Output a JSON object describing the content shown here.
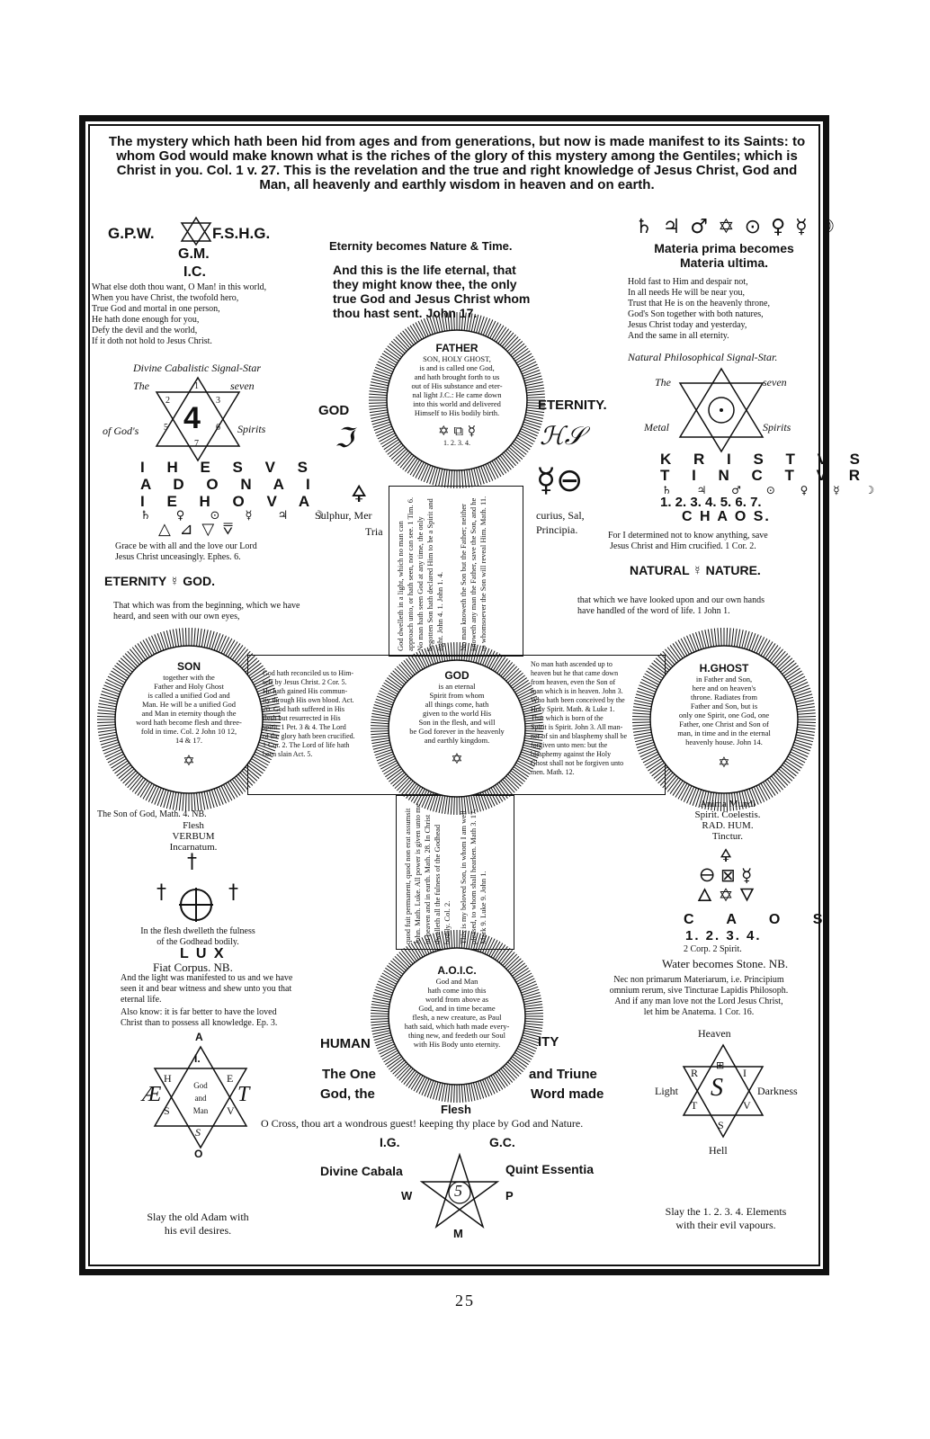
{
  "heading": "The mystery which hath been hid from ages and from generations, but now is made manifest to its Saints: to whom God would make known what is the riches of the glory of this mystery among the Gentiles; which is Christ in you. Col. 1 v. 27. This is the revelation and the true and right knowledge of Jesus Christ, God and Man, all heavenly and earthly wisdom in heaven and on earth.",
  "top_left": {
    "gpw": "G.P.W.",
    "fshg": "F.S.H.G.",
    "gm": "G.M.",
    "ic": "I.C.",
    "poem": [
      "What else doth thou want, O Man! in this world,",
      "When you have Christ, the twofold hero,",
      "True God and mortal in one person,",
      "He hath done enough for you,",
      "Defy the devil and the world,",
      "If it doth not hold to Jesus Christ."
    ],
    "signal_star": "Divine Cabalistic Signal-Star",
    "the": "The",
    "seven": "seven",
    "of_gods": "of God's",
    "spirits": "Spirits",
    "star_center": "4",
    "star_nums": [
      "1",
      "2",
      "3",
      "5",
      "6",
      "7"
    ],
    "name_rows": [
      "I H E S V S",
      "A D O N A I",
      "I E H O V A"
    ],
    "planet_row": "♄ ♀ ⊙ ☿ ♃ ☽",
    "elements_row": "△ ⊿ ▽ ⩢",
    "grace": [
      "Grace be with all and the love our Lord",
      "Jesus Christ unceasingly. Ephes. 6."
    ],
    "eternity_god": "ETERNITY ☿ GOD.",
    "beginning": [
      "That which was from the beginning, which we have",
      "heard, and seen with our own eyes,"
    ]
  },
  "top_center": {
    "eternity_nature": "Eternity becomes Nature & Time.",
    "life_eternal": [
      "And this is the life eternal, that",
      "they might know thee, the only",
      "true God and Jesus Christ whom",
      "thou hast sent. John 17."
    ],
    "father_title": "FATHER",
    "father_text": [
      "SON, HOLY GHOST,",
      "is and is called one God,",
      "and hath brought forth to us",
      "out of His substance and eter-",
      "nal light J.C.: He came down",
      "into this world and delivered",
      "Himself to His bodily birth."
    ],
    "father_nums": "1. 2.   3. 4.",
    "god_label": "GOD",
    "eternity_label": "ETERNITY.",
    "sulphur": "Sulphur, Mer",
    "tria": "Tria",
    "curius": "curius, Sal,",
    "principia": "Principia.",
    "vert_left": "God dwelleth in a light, which no man can approach unto, or hath seen, nor can see. 1 Tim. 6. No man hath seen God at any time, the only begotten Son hath declared Him to be a Spirit and light. John 4. 1. John 1. 4.",
    "vert_right": "No man knoweth the Son but the Father; neither knoweth any man the Father, save the Son, and he to whomsoever the Son will reveal Him. Math. 11."
  },
  "top_right": {
    "planets": "♄ ♃ ♂ ✡ ⊙ ♀ ☿ ☽",
    "materia": [
      "Materia prima becomes",
      "Materia ultima."
    ],
    "poem": [
      "Hold fast to Him and despair not,",
      "In all needs He will be near you,",
      "Trust that He is on the heavenly throne,",
      "God's Son together with both natures,",
      "Jesus Christ today and yesterday,",
      "And the same in all eternity."
    ],
    "signal_star": "Natural Philosophical Signal-Star.",
    "the": "The",
    "seven": "seven",
    "metal": "Metal",
    "spirits": "Spirits",
    "kristvs": "K R I S T V S",
    "tinctvr": "T I N C T V R",
    "planet_row": "♄ ♃ ♂ ⊙ ♀ ☿ ☽",
    "numbers": "1. 2. 3. 4. 5. 6. 7.",
    "chaos": "C H A O S.",
    "determined": [
      "For I determined not to know anything, save",
      "Jesus Christ and Him crucified. 1 Cor. 2."
    ],
    "natural_nature": "NATURAL ☿ NATURE.",
    "looked": [
      "that which we have looked upon and our own hands",
      "have handled of the word of life. 1 John 1."
    ]
  },
  "middle": {
    "son_title": "SON",
    "son_text": [
      "together with the",
      "Father and Holy Ghost",
      "is called a unified God and",
      "Man. He will be a unified God",
      "and Man in eternity though the",
      "word hath become flesh and three-",
      "fold in time. Col. 2 John 10 12,",
      "14 & 17."
    ],
    "son_side": [
      "God hath reconciled us to Him-",
      "self by Jesus Christ. 2 Cor. 5.",
      "He hath gained His commun-",
      "ity through His own blood. Act.",
      "20. God hath suffered in His",
      "flesh but resurrected in His",
      "spirit. 1 Pet. 3 & 4. The Lord",
      "of the glory hath been crucified.",
      "1 Cor. 2. The Lord of life hath",
      "been slain Act. 5."
    ],
    "god_title": "GOD",
    "god_text": [
      "is an eternal",
      "Spirit from whom",
      "all things come, hath",
      "given to the world His",
      "Son in the flesh, and will",
      "be God forever in the heavenly",
      "and earthly kingdom."
    ],
    "hg_side": [
      "No man hath ascended up to",
      "heaven but he that came down",
      "from heaven, even the Son of",
      "man which is in heaven. John 3.",
      "Who hath been conceived by the",
      "Holy Spirit. Math. & Luke 1.",
      "That which is born of the",
      "Spirit is Spirit. John 3. All man-",
      "ner of sin and blasphemy shall be",
      "forgiven unto men: but the",
      "blasphemy against the Holy",
      "Ghost shall not be forgiven unto",
      "men. Math. 12."
    ],
    "hg_title": "H.GHOST",
    "hg_text": [
      "in Father and Son,",
      "here and on heaven's",
      "throne. Radiates from",
      "Father and Son, but is",
      "only one Spirit, one God, one",
      "Father, one Christ and Son of",
      "man, in time and in the eternal",
      "heavenly house. John 14."
    ]
  },
  "lower_left": {
    "son_of_god": "The Son of God, Math. 4. NB.",
    "flesh": "Flesh",
    "verbum": "VERBUM",
    "incarnatum": "Incarnatum.",
    "fulness": [
      "In the flesh dwelleth the fulness",
      "of the Godhead bodily."
    ],
    "lux": "L U X",
    "fiat": "Fiat Corpus. NB.",
    "manifested": [
      "And the light was manifested to us and we have",
      "seen it and bear witness and shew unto you that",
      "eternal life."
    ],
    "also_know": [
      "Also know: it is far better to have the loved",
      "Christ than to possess all knowledge. Ep. 3."
    ],
    "star_top": "A",
    "star_inner_top": "I.",
    "star_h": "H",
    "star_e": "E",
    "star_s": "S",
    "star_v": "V",
    "star_ae": "Æ",
    "star_t": "T",
    "star_bottom": "S",
    "star_o": "O",
    "star_center": [
      "God",
      "and",
      "Man"
    ],
    "slay": [
      "Slay the old Adam with",
      "his evil desires."
    ]
  },
  "lower_center": {
    "vert_left": "quod fuit permanent, quod non erat assumsit John. Math. Luke. All power is given unto me in heaven and in earth. Math. 28. In Christ dwelleth all the fulness of the Godhead bodily. Col. 2.",
    "vert_right": "This is my beloved Son, in whom I am well pleased, to whom shall hearken. Math 3. 17. Mark 9. Luke 9. John 1.",
    "aoic_title": "A.O.I.C.",
    "aoic_text": [
      "God and Man",
      "hath come into this",
      "world from above as",
      "God, and in time became",
      "flesh, a new creature, as Paul",
      "hath said, which hath made every-",
      "thing new, and feedeth our Soul",
      "with His Body unto eternity."
    ],
    "human": "HUMAN",
    "ity": "ITY",
    "the_one": "The One",
    "god_the": "God, the",
    "and_triune": "and Triune",
    "word_made": "Word made",
    "flesh": "Flesh",
    "cross_line": "O Cross, thou art a wondrous guest! keeping thy place by God and Nature.",
    "ig": "I.G.",
    "gc": "G.C.",
    "divine_cabala": "Divine Cabala",
    "quint": "Quint Essentia",
    "w": "W",
    "p": "P",
    "m": "M",
    "five": "5"
  },
  "lower_right": {
    "anima": "Anima Mundi",
    "spirit": "Spirit. Coelestis.",
    "rad": "RAD. HUM.",
    "tinctur": "Tinctur.",
    "caos": "C A O S",
    "caos_nums": "1. 2. 3. 4.",
    "corp_spirit": "2 Corp.   2 Spirit.",
    "water": "Water becomes Stone. NB.",
    "nec_non": [
      "Nec non primarum Materiarum, i.e. Principium",
      "omnium rerum, sive Tincturae Lapidis Philosoph.",
      "And if any man love not the Lord Jesus Christ,",
      "let him be Anatema. 1 Cor. 16."
    ],
    "heaven": "Heaven",
    "light": "Light",
    "darkness": "Darkness",
    "hell": "Hell",
    "star_r": "R",
    "star_i": "I",
    "star_t": "T",
    "star_v": "V",
    "star_bottom": "S",
    "star_center": "S",
    "slay": [
      "Slay the 1. 2. 3. 4. Elements",
      "with their evil vapours."
    ]
  },
  "page_number": "25"
}
